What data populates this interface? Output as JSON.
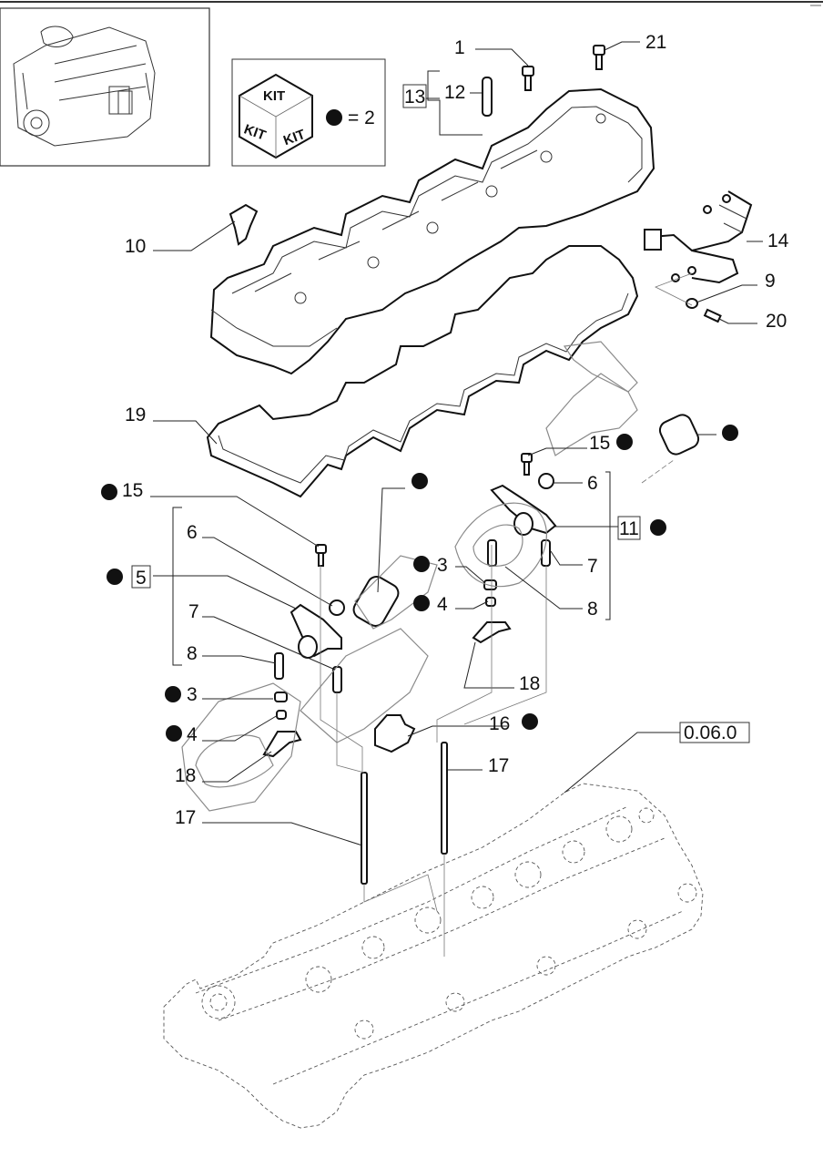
{
  "diagram": {
    "title": "Rocker arm / cylinder head cover exploded parts view",
    "reference_box": "0.06.0",
    "kit_legend": {
      "cube_faces": [
        "KIT",
        "KIT",
        "KIT"
      ],
      "dot_equals": "= 2"
    },
    "callouts": [
      {
        "id": "c1",
        "text": "1"
      },
      {
        "id": "c21",
        "text": "21"
      },
      {
        "id": "c12",
        "text": "12"
      },
      {
        "id": "c13",
        "text": "13",
        "boxed": true
      },
      {
        "id": "c10",
        "text": "10"
      },
      {
        "id": "c14",
        "text": "14"
      },
      {
        "id": "c9",
        "text": "9"
      },
      {
        "id": "c20",
        "text": "20"
      },
      {
        "id": "c19",
        "text": "19"
      },
      {
        "id": "c15a",
        "text": "15",
        "kit_dot": true
      },
      {
        "id": "c15b",
        "text": "15",
        "kit_dot": true
      },
      {
        "id": "c6a",
        "text": "6"
      },
      {
        "id": "c6b",
        "text": "6"
      },
      {
        "id": "c11",
        "text": "11",
        "boxed": true,
        "kit_dot": true
      },
      {
        "id": "c5",
        "text": "5",
        "boxed": true,
        "kit_dot": true
      },
      {
        "id": "c7a",
        "text": "7"
      },
      {
        "id": "c7b",
        "text": "7"
      },
      {
        "id": "c8a",
        "text": "8"
      },
      {
        "id": "c8b",
        "text": "8"
      },
      {
        "id": "c3a",
        "text": "3",
        "kit_dot": true
      },
      {
        "id": "c3b",
        "text": "3",
        "kit_dot": true
      },
      {
        "id": "c4a",
        "text": "4",
        "kit_dot": true
      },
      {
        "id": "c4b",
        "text": "4",
        "kit_dot": true
      },
      {
        "id": "c18a",
        "text": "18"
      },
      {
        "id": "c18b",
        "text": "18"
      },
      {
        "id": "c16",
        "text": "16",
        "kit_dot": true
      },
      {
        "id": "c17a",
        "text": "17"
      },
      {
        "id": "c17b",
        "text": "17"
      }
    ]
  }
}
